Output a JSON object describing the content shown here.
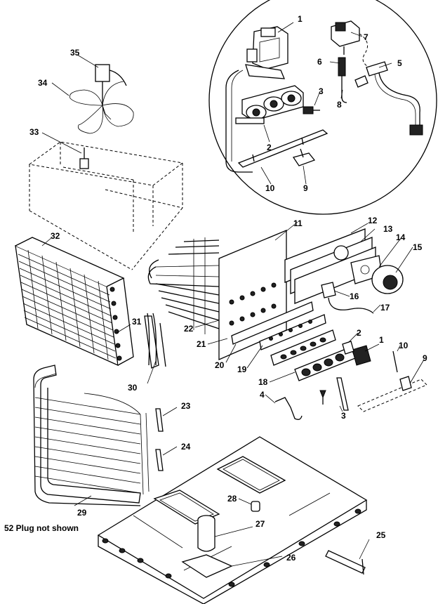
{
  "diagram": {
    "note": "52 Plug not shown",
    "callouts": [
      {
        "id": "c1a",
        "label": "1"
      },
      {
        "id": "c2a",
        "label": "2"
      },
      {
        "id": "c3a",
        "label": "3"
      },
      {
        "id": "c5",
        "label": "5"
      },
      {
        "id": "c6",
        "label": "6"
      },
      {
        "id": "c7",
        "label": "7"
      },
      {
        "id": "c8",
        "label": "8"
      },
      {
        "id": "c9a",
        "label": "9"
      },
      {
        "id": "c10a",
        "label": "10"
      },
      {
        "id": "c11",
        "label": "11"
      },
      {
        "id": "c12",
        "label": "12"
      },
      {
        "id": "c13",
        "label": "13"
      },
      {
        "id": "c14",
        "label": "14"
      },
      {
        "id": "c15",
        "label": "15"
      },
      {
        "id": "c16",
        "label": "16"
      },
      {
        "id": "c17",
        "label": "17"
      },
      {
        "id": "c2b",
        "label": "2"
      },
      {
        "id": "c1b",
        "label": "1"
      },
      {
        "id": "c10b",
        "label": "10"
      },
      {
        "id": "c9b",
        "label": "9"
      },
      {
        "id": "c18",
        "label": "18"
      },
      {
        "id": "c19",
        "label": "19"
      },
      {
        "id": "c20",
        "label": "20"
      },
      {
        "id": "c21",
        "label": "21"
      },
      {
        "id": "c22",
        "label": "22"
      },
      {
        "id": "c3b",
        "label": "3"
      },
      {
        "id": "c4",
        "label": "4"
      },
      {
        "id": "c23",
        "label": "23"
      },
      {
        "id": "c24",
        "label": "24"
      },
      {
        "id": "c25",
        "label": "25"
      },
      {
        "id": "c26",
        "label": "26"
      },
      {
        "id": "c27",
        "label": "27"
      },
      {
        "id": "c28",
        "label": "28"
      },
      {
        "id": "c29",
        "label": "29"
      },
      {
        "id": "c30",
        "label": "30"
      },
      {
        "id": "c31",
        "label": "31"
      },
      {
        "id": "c32",
        "label": "32"
      },
      {
        "id": "c33",
        "label": "33"
      },
      {
        "id": "c34",
        "label": "34"
      },
      {
        "id": "c35",
        "label": "35"
      }
    ]
  }
}
